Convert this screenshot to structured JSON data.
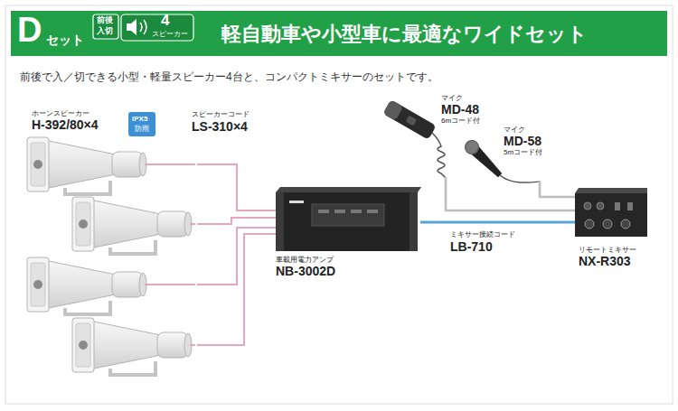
{
  "diagram": {
    "title": "軽自動車や小型車に最適なワイドセット",
    "caption": "前後で入／切できる小型・軽量スピーカー4台と、コンパクトミキサーのセットです。",
    "nodes": [
      {
        "text": [
          "ホーンスピーカー",
          "H-392/80×4"
        ]
      },
      {
        "text": [
          "車載用電力アンプ",
          "NB-3002D"
        ]
      },
      {
        "text": [
          "マイク",
          "MD-48",
          "6mコード付"
        ]
      },
      {
        "text": [
          "マイク",
          "MD-58",
          "5mコード付"
        ]
      },
      {
        "text": [
          "リモートミキサー",
          "NX-R303"
        ]
      }
    ],
    "edges": [
      {
        "from": 0,
        "to": 1,
        "arrow": "none"
      },
      {
        "from": 1,
        "to": 4,
        "arrow": "none"
      },
      {
        "from": 2,
        "to": 4,
        "arrow": "none"
      },
      {
        "from": 3,
        "to": 4,
        "arrow": "none"
      }
    ],
    "labels": [
      "D",
      "セット",
      "前後",
      "入切",
      "4",
      "スピーカー",
      "IPX5",
      "防雨",
      "スピーカーコード",
      "LS-310×4",
      "ミキサー接続コード",
      "LB-710"
    ]
  }
}
